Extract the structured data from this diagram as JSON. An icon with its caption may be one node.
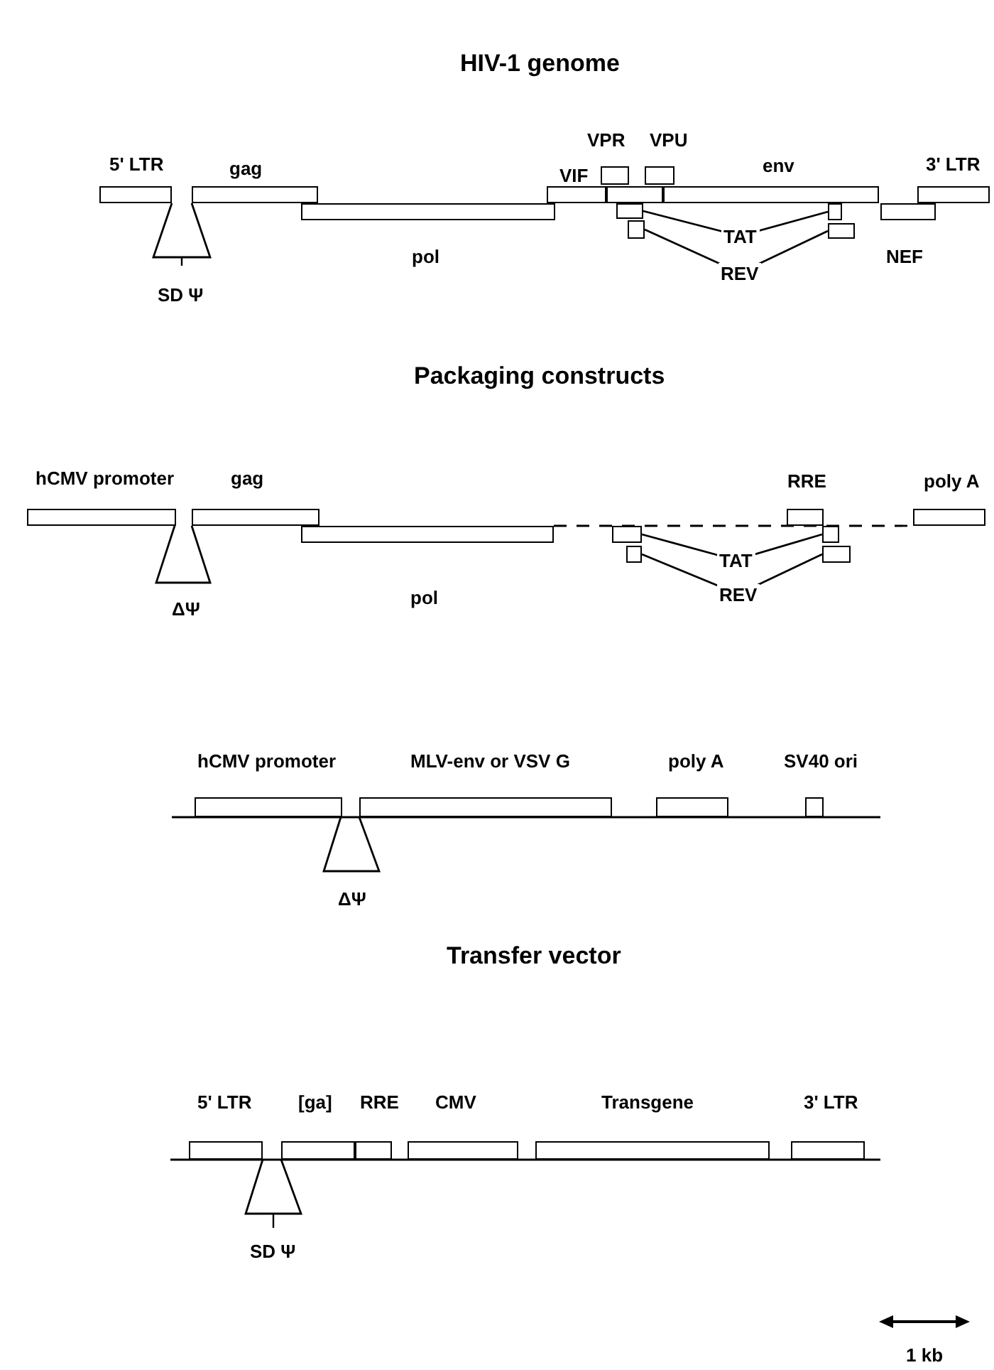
{
  "diagram": {
    "nodes": [
      {
        "text": [
          "5' LTR"
        ]
      },
      {
        "text": [
          "gag"
        ]
      },
      {
        "text": [
          "pol"
        ]
      },
      {
        "text": [
          "VIF"
        ]
      },
      {
        "text": [
          "VPR"
        ]
      },
      {
        "text": [
          "VPU"
        ]
      },
      {
        "text": [],
        "shape": "box"
      },
      {
        "text": [
          "env"
        ]
      },
      {
        "text": [
          "3' LTR"
        ]
      },
      {
        "text": [
          "NEF"
        ]
      },
      {
        "text": [],
        "shape": "box"
      },
      {
        "text": [],
        "shape": "box"
      },
      {
        "text": [],
        "shape": "box"
      },
      {
        "text": [],
        "shape": "box"
      },
      {
        "text": [
          "SD Ψ"
        ]
      },
      {
        "text": [
          "hCMV promoter"
        ]
      },
      {
        "text": [
          "gag"
        ]
      },
      {
        "text": [
          "pol"
        ]
      },
      {
        "text": [],
        "shape": "box"
      },
      {
        "text": [],
        "shape": "box"
      },
      {
        "text": [
          "RRE"
        ]
      },
      {
        "text": [],
        "shape": "box"
      },
      {
        "text": [],
        "shape": "box"
      },
      {
        "text": [
          "poly A"
        ]
      },
      {
        "text": [
          "ΔΨ"
        ]
      },
      {
        "text": [
          "hCMV promoter"
        ]
      },
      {
        "text": [
          "MLV-env or VSV G"
        ]
      },
      {
        "text": [
          "poly A"
        ]
      },
      {
        "text": [
          "SV40 ori"
        ]
      },
      {
        "text": [
          "ΔΨ"
        ]
      },
      {
        "text": [
          "5' LTR"
        ]
      },
      {
        "text": [
          "[ga]"
        ]
      },
      {
        "text": [
          "RRE"
        ]
      },
      {
        "text": [
          "CMV"
        ]
      },
      {
        "text": [
          "Transgene"
        ]
      },
      {
        "text": [
          "3' LTR"
        ]
      },
      {
        "text": [
          "SD Ψ"
        ]
      }
    ],
    "edges": [
      {
        "from": 10,
        "to": 12,
        "arrow": "none",
        "label": "TAT"
      },
      {
        "from": 11,
        "to": 13,
        "arrow": "none",
        "label": "REV"
      },
      {
        "from": 18,
        "to": 21,
        "arrow": "none",
        "label": "TAT"
      },
      {
        "from": 19,
        "to": 22,
        "arrow": "none",
        "label": "REV"
      },
      {
        "from": 17,
        "to": 23,
        "arrow": "none",
        "style": "dashed"
      }
    ],
    "labels": [
      "HIV-1 genome",
      "Packaging constructs",
      "Transfer vector",
      "1 kb"
    ]
  }
}
